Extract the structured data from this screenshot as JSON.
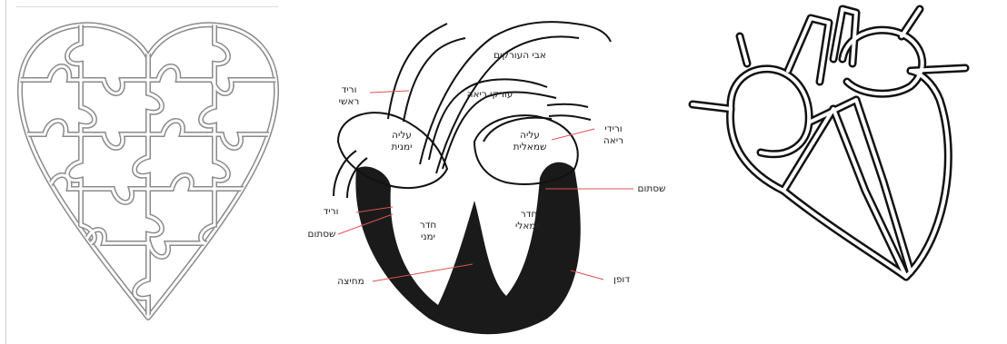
{
  "panels": [
    {
      "id": "heart-puzzle"
    },
    {
      "id": "heart-anatomy",
      "labels": {
        "aorta": "אבי העורקים",
        "pulmonary_artery": "עורקי ריאה",
        "head_vein": "וריד\nראשי",
        "pulmonary_veins": "ורידי\nריאה",
        "right_atrium": "עליה\nימנית",
        "left_atrium": "עליה\nשמאלית",
        "valve_right": "שסתום",
        "valve_left": "שסתום",
        "vein": "וריד",
        "right_ventricle": "חדר\nימני",
        "left_ventricle": "חדר\nשמאלי",
        "septum": "מחיצה",
        "wall": "דופן"
      }
    },
    {
      "id": "heart-outline"
    }
  ],
  "colors": {
    "line": "#111111",
    "puzzle_line": "#8a8a8a",
    "muscle": "#1a1a1a",
    "label_arrow": "#e05050"
  }
}
